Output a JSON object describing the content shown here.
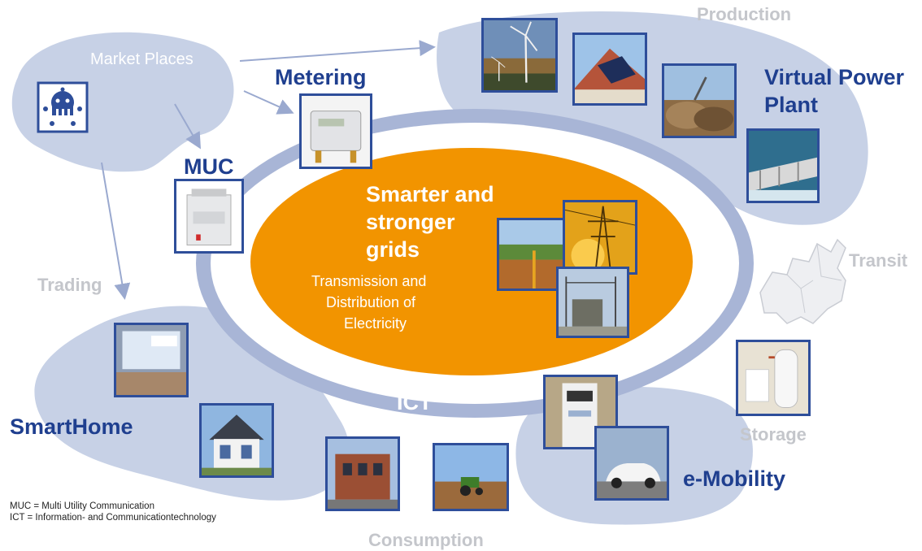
{
  "labels": {
    "market_places": "Market Places",
    "metering": "Metering",
    "production": "Production",
    "virtual_power_plant_line1": "Virtual Power",
    "virtual_power_plant_line2": "Plant",
    "muc": "MUC",
    "trading": "Trading",
    "transit": "Transit",
    "smarthome": "SmartHome",
    "storage": "Storage",
    "emobility": "e-Mobility",
    "consumption": "Consumption",
    "ict": "ICT"
  },
  "center": {
    "title_line1": "Smarter and",
    "title_line2": "stronger",
    "title_line3": "grids",
    "sub_line1": "Transmission and",
    "sub_line2": "Distribution of",
    "sub_line3": "Electricity"
  },
  "legend": {
    "line1": "MUC = Multi Utility Communication",
    "line2": "ICT = Information- and Communicationtechnology"
  },
  "icons": [
    "market-place-icon",
    "wind-turbine-image",
    "solar-roof-image",
    "biomass-image",
    "hydro-dam-image",
    "smart-meter-image",
    "muc-device-image",
    "field-image",
    "power-lines-image",
    "substation-image",
    "europe-map-icon",
    "trading-screen-image",
    "house-image",
    "storage-boiler-image",
    "charging-station-image",
    "electric-car-image",
    "office-building-image",
    "tractor-field-image"
  ],
  "colors": {
    "blob": "#c7d1e6",
    "ring": "#a8b5d6",
    "center": "#f29400",
    "blue_text": "#1f3f8f",
    "grey_text": "#c4c6cb",
    "frame": "#2e4e9a"
  }
}
